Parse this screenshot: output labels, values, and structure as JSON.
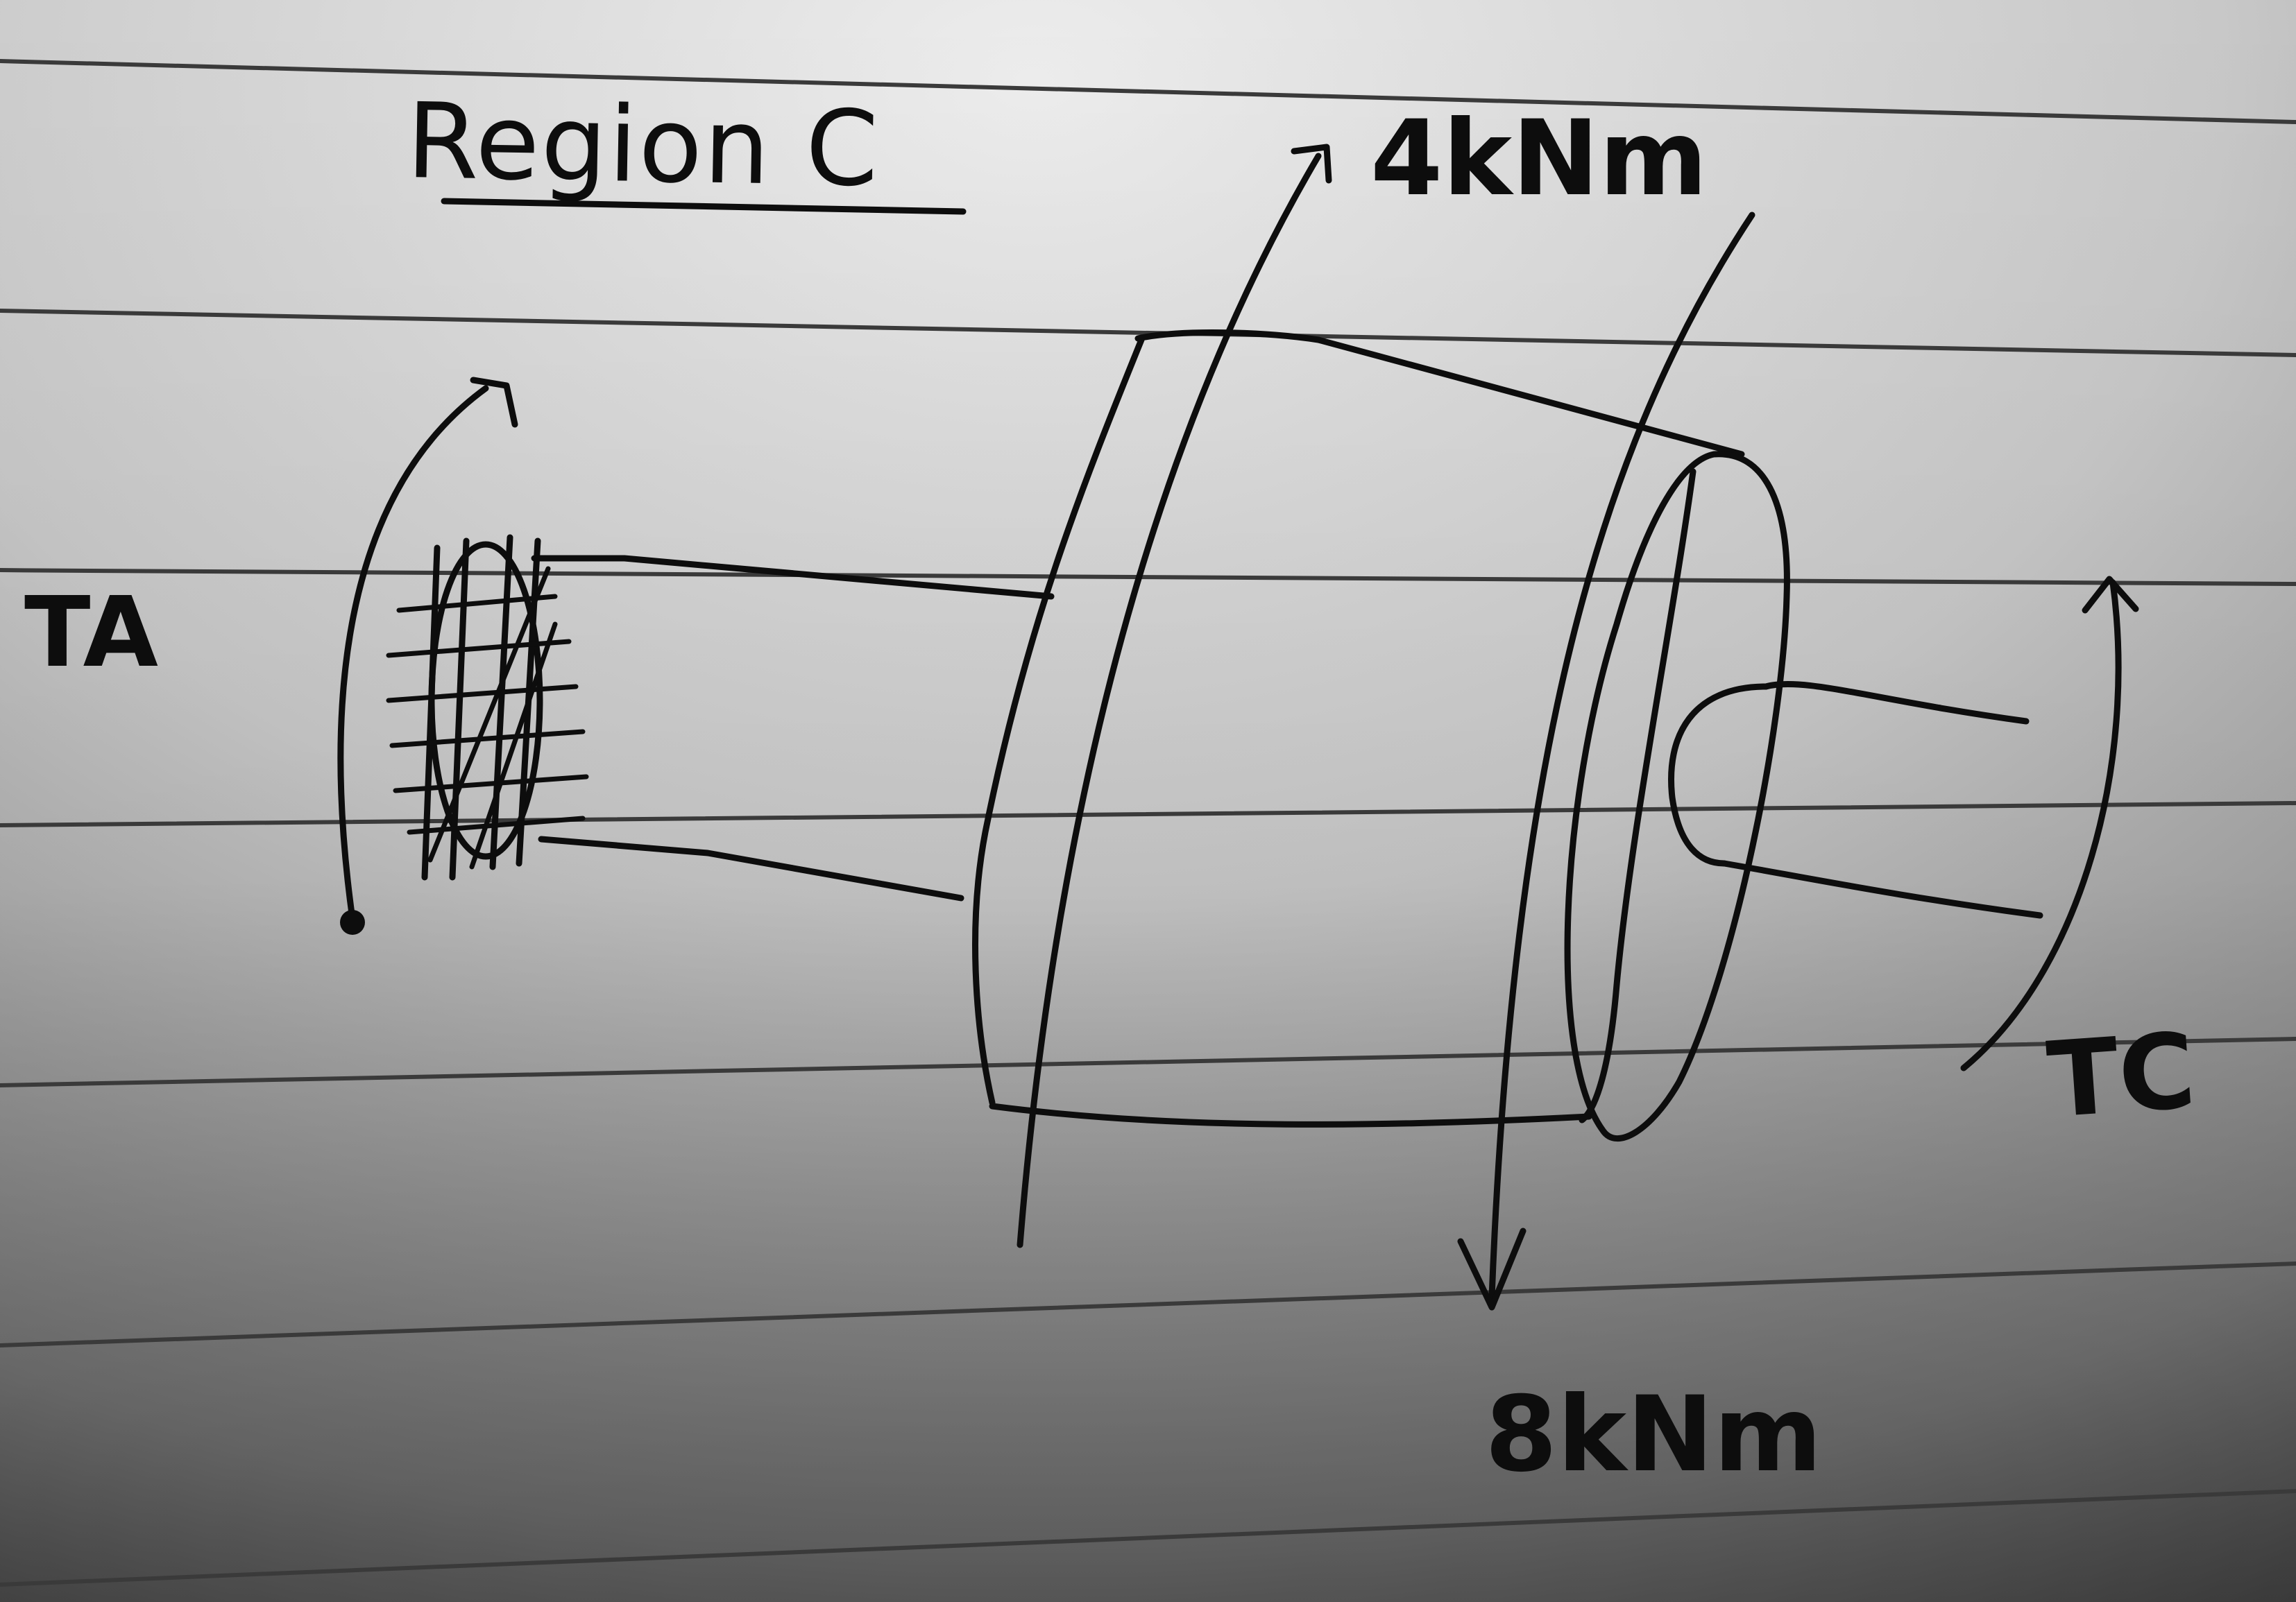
{
  "diagram": {
    "title": "Region C",
    "labels": {
      "left_torque": "TA",
      "right_torque": "TC",
      "top_torque": "4kNm",
      "bottom_torque": "8kNm"
    }
  },
  "colors": {
    "paper_light": "#e6e6e6",
    "paper_dark": "#555555",
    "ink": "#0d0d0d",
    "ruled_line": "#3a3a3a"
  }
}
